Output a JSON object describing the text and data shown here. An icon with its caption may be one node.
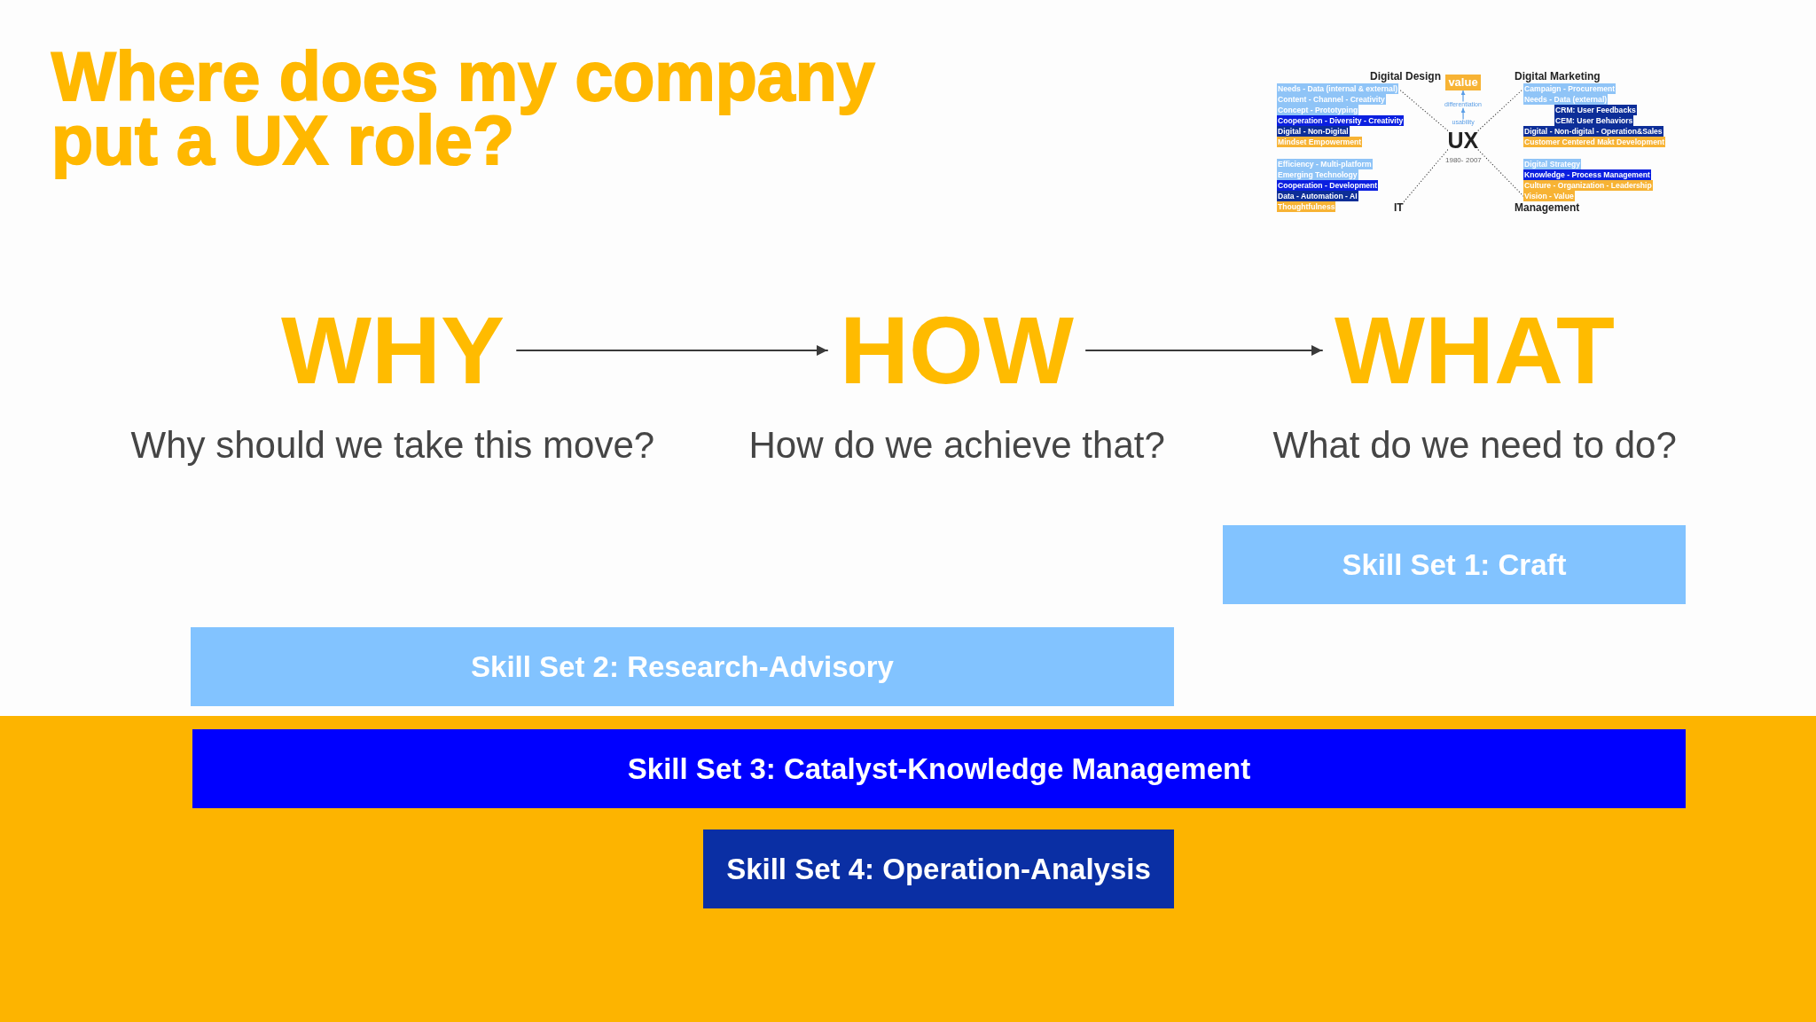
{
  "diagram": {
    "title": "Where does my company put a UX role?",
    "nodes": [
      {
        "text": [
          "Needs - Data (internal & external)"
        ]
      },
      {
        "text": [
          "Content - Channel - Creativity"
        ]
      },
      {
        "text": [
          "Concept - Prototyping"
        ]
      },
      {
        "text": [
          "Cooperation - Diversity - Creativity"
        ]
      },
      {
        "text": [
          "Digital - Non-Digital"
        ]
      },
      {
        "text": [
          "Mindset Empowerment"
        ]
      },
      {
        "text": [
          "value"
        ]
      },
      {
        "text": [
          "differentiation"
        ]
      },
      {
        "text": [
          "usability"
        ]
      },
      {
        "text": [
          "UX"
        ],
        "beside": [
          "1980-",
          "2007"
        ]
      },
      {
        "text": [
          "Campaign - Procurement"
        ]
      },
      {
        "text": [
          "Needs - Data (external)"
        ]
      },
      {
        "text": [
          "CRM: User Feedbacks"
        ]
      },
      {
        "text": [
          "CEM: User Behaviors"
        ]
      },
      {
        "text": [
          "Digital - Non-digital - Operation&Sales"
        ]
      },
      {
        "text": [
          "Customer Centered Makt Development"
        ]
      },
      {
        "text": [
          "Efficiency - Multi-platform"
        ]
      },
      {
        "text": [
          "Emerging Technology"
        ]
      },
      {
        "text": [
          "Cooperation - Development"
        ]
      },
      {
        "text": [
          "Data - Automation - AI"
        ]
      },
      {
        "text": [
          "Thoughtfulness"
        ]
      },
      {
        "text": [
          "IT"
        ]
      },
      {
        "text": [
          "Digital Strategy"
        ]
      },
      {
        "text": [
          "Knowledge - Process Management"
        ]
      },
      {
        "text": [
          "Culture - Organization - Leadership"
        ]
      },
      {
        "text": [
          "Vision - Value"
        ]
      },
      {
        "text": [
          "WHY"
        ],
        "beside": [
          "Why should we take this move?"
        ]
      },
      {
        "text": [
          "HOW"
        ],
        "beside": [
          "How do we achieve that?"
        ]
      },
      {
        "text": [
          "WHAT"
        ],
        "beside": [
          "What do we need to do?"
        ]
      },
      {
        "text": [
          "Skill Set 1: Craft"
        ]
      },
      {
        "text": [
          "Skill Set 2: Research-Advisory"
        ]
      },
      {
        "text": [
          "Skill Set 3: Catalyst-Knowledge Management"
        ]
      },
      {
        "text": [
          "Skill Set 4: Operation-Analysis"
        ]
      }
    ],
    "edges": [
      {
        "from": 7,
        "to": 6,
        "arrow": "to",
        "color": "#5b9ee6"
      },
      {
        "from": 8,
        "to": 7,
        "arrow": "to",
        "color": "#5b9ee6"
      },
      {
        "from": 9,
        "to": 0,
        "arrow": "none",
        "style": "dashed"
      },
      {
        "from": 9,
        "to": 10,
        "arrow": "none",
        "style": "dashed"
      },
      {
        "from": 9,
        "to": 21,
        "arrow": "none",
        "style": "dashed"
      },
      {
        "from": 9,
        "to": 25,
        "arrow": "none",
        "style": "dashed"
      },
      {
        "from": 26,
        "to": 27,
        "arrow": "to"
      },
      {
        "from": 27,
        "to": 28,
        "arrow": "to"
      }
    ],
    "labels": [
      "Digital Design",
      "Digital Marketing",
      "Management"
    ]
  }
}
